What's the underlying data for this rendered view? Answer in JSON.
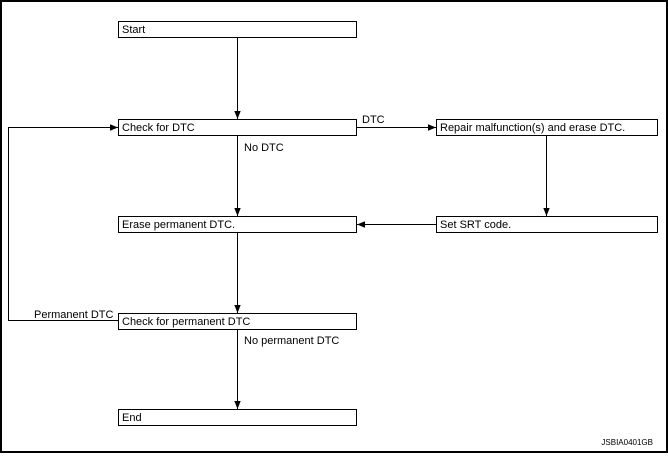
{
  "nodes": {
    "start": "Start",
    "check_dtc": "Check for DTC",
    "repair": "Repair malfunction(s) and erase DTC.",
    "erase_permanent": "Erase permanent DTC.",
    "set_srt": "Set SRT code.",
    "check_permanent": "Check for permanent DTC",
    "end": "End"
  },
  "edges": {
    "dtc": "DTC",
    "no_dtc": "No DTC",
    "permanent_dtc": "Permanent DTC",
    "no_permanent_dtc": "No permanent DTC"
  },
  "figure_code": "JSBIA0401GB"
}
